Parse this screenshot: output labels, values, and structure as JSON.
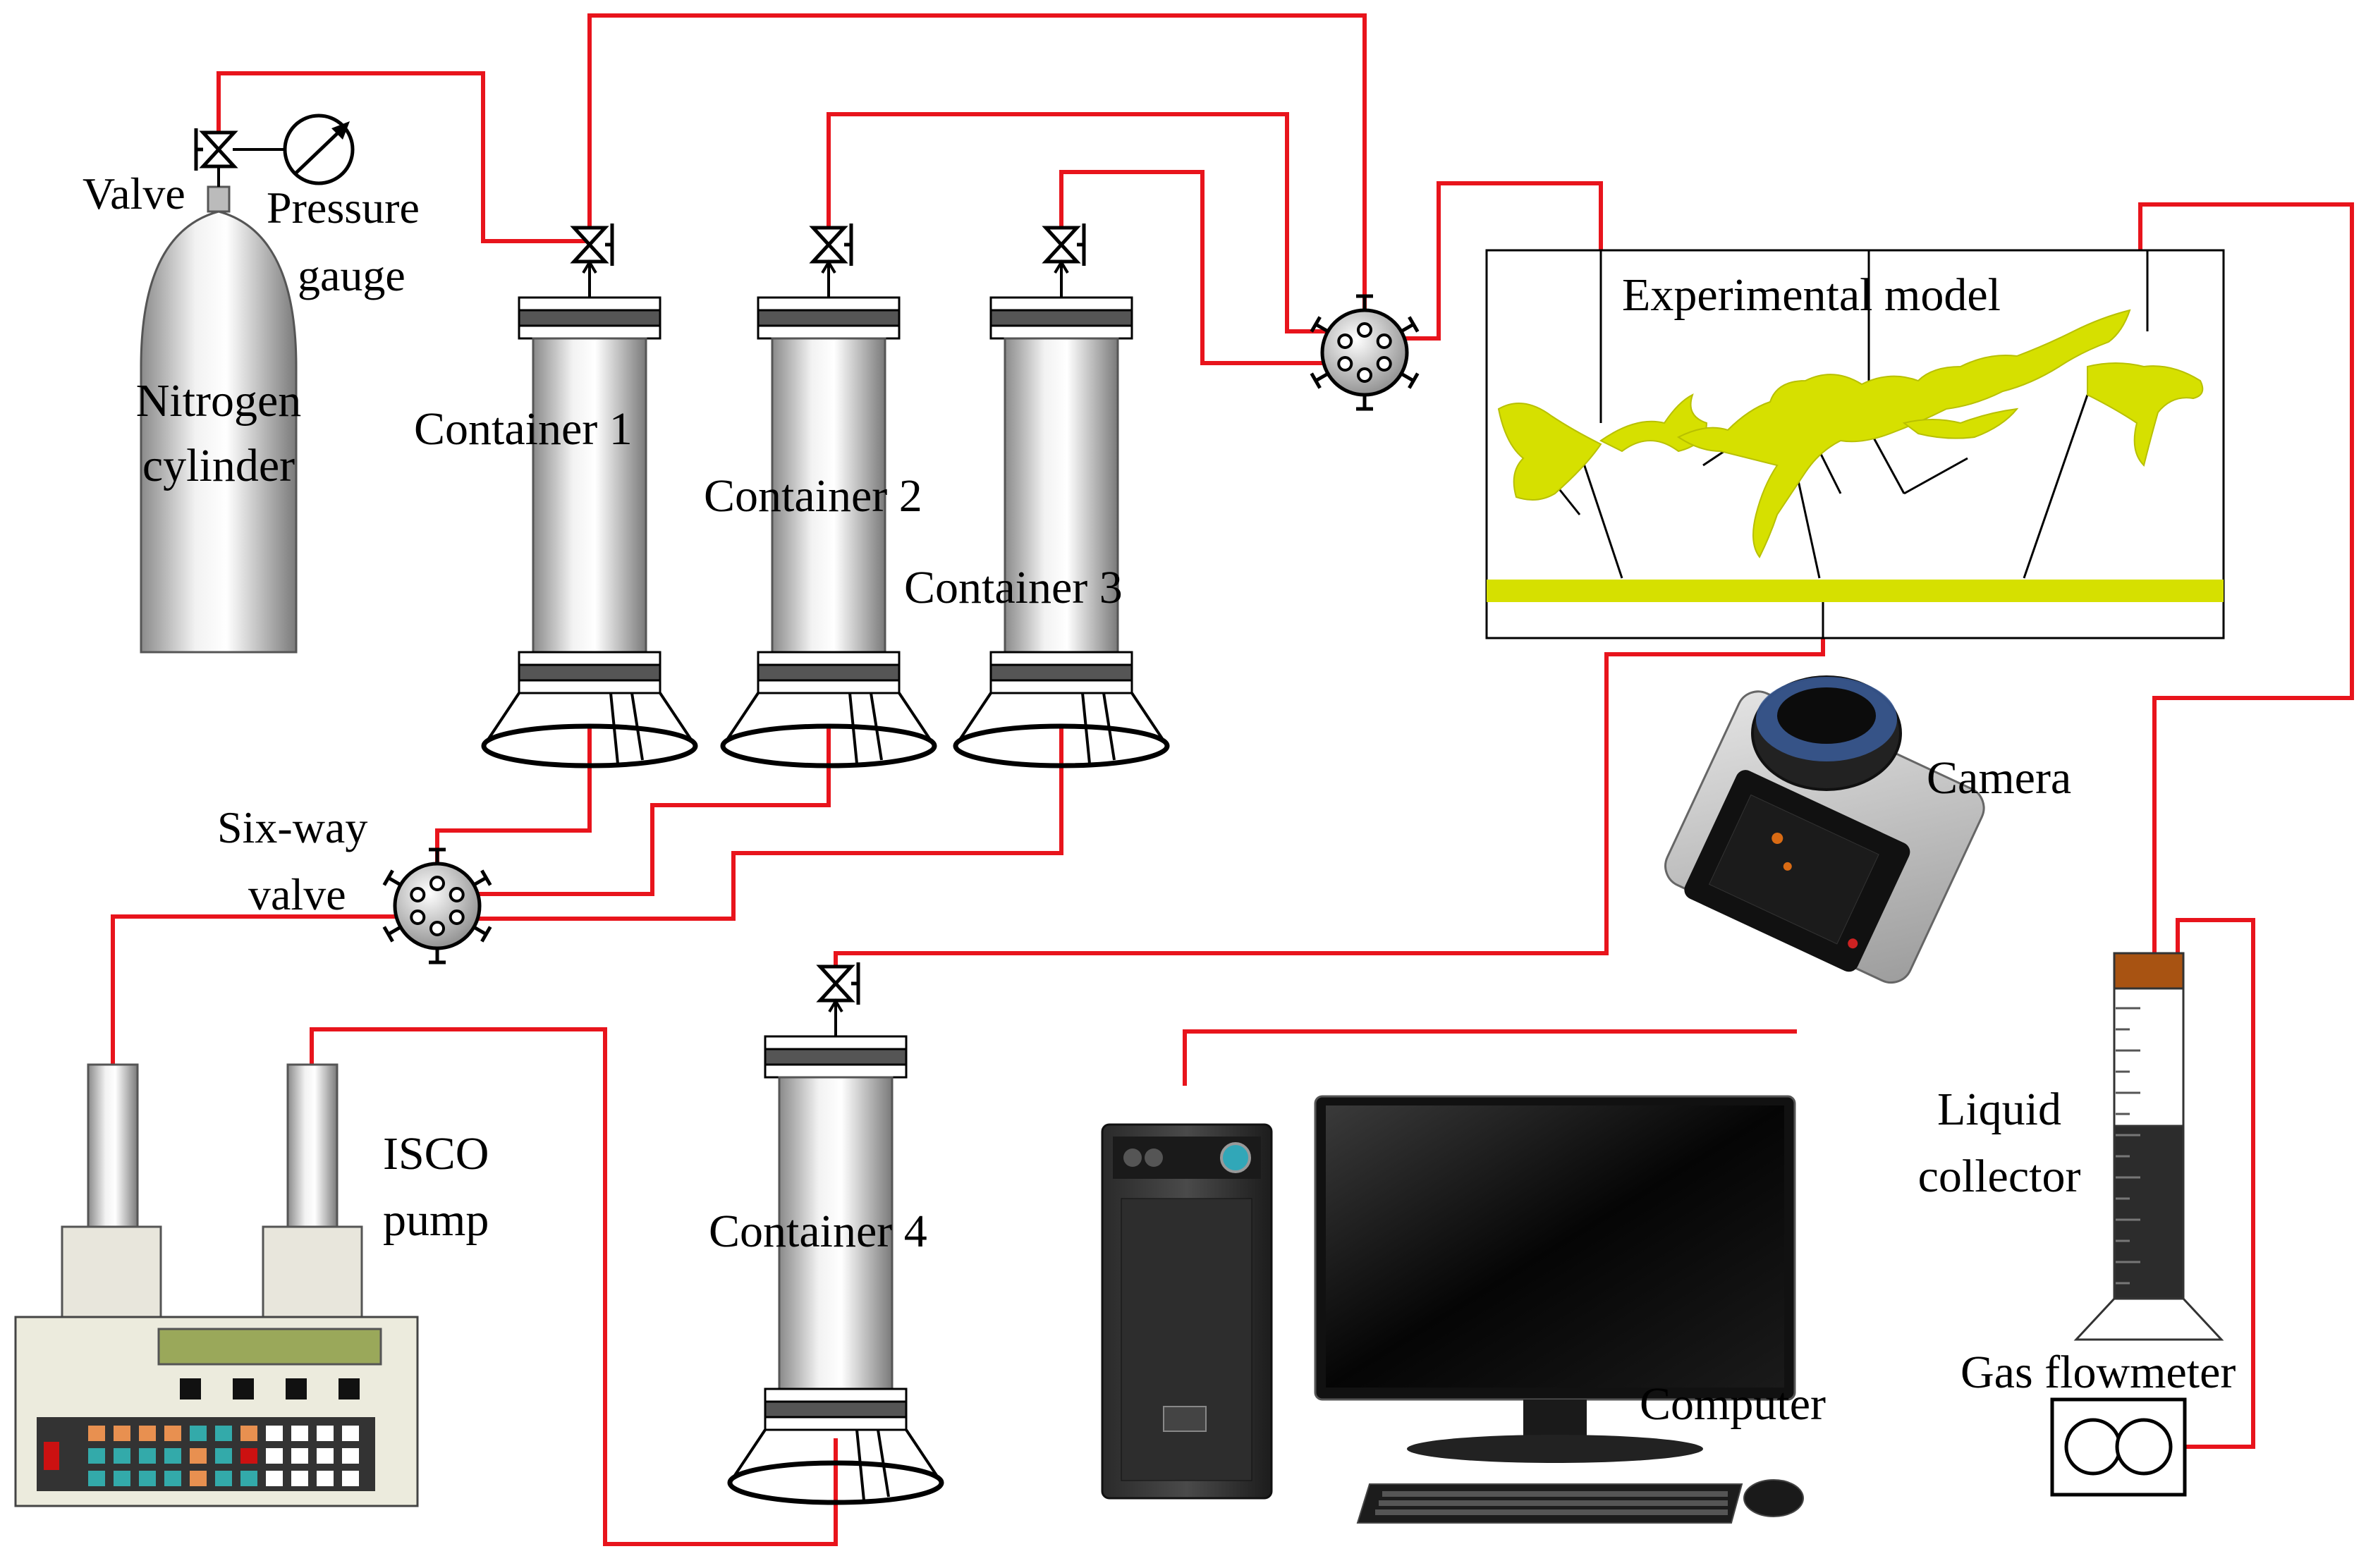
{
  "labels": {
    "valve": "Valve",
    "pressure_gauge_1": "Pressure",
    "pressure_gauge_2": "gauge",
    "nitrogen_1": "Nitrogen",
    "nitrogen_2": "cylinder",
    "container1": "Container 1",
    "container2": "Container 2",
    "container3": "Container 3",
    "container4": "Container 4",
    "experimental_model": "Experimental model",
    "six_way_1": "Six-way",
    "six_way_2": "valve",
    "camera": "Camera",
    "isco_1": "ISCO",
    "isco_2": "pump",
    "liquid_1": "Liquid",
    "liquid_2": "collector",
    "gas_flowmeter": "Gas flowmeter",
    "computer": "Computer"
  },
  "colors": {
    "pipe": "#e8141c",
    "fracture_fill": "#d6e000",
    "frame": "#000000"
  },
  "icons": [
    "needle-valve-icon",
    "pressure-gauge-icon",
    "six-way-valve-icon",
    "camera-icon",
    "computer-icon",
    "flowmeter-icon"
  ]
}
